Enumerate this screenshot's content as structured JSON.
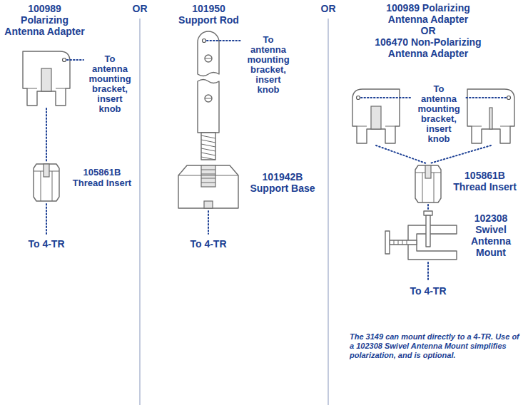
{
  "diagram": {
    "labels": [
      "100989 Polarizing Antenna Adapter",
      "OR",
      "101950 Support Rod",
      "OR",
      "100989 Polarizing Antenna Adapter",
      "OR",
      "106470 Non-Polarizing Antenna Adapter",
      "To antenna mounting bracket, insert knob",
      "105861B Thread Insert",
      "To 4-TR",
      "To antenna mounting bracket, insert knob",
      "101942B Support Base",
      "To 4-TR",
      "To antenna mounting bracket, insert knob",
      "105861B Thread Insert",
      "102308 Swivel Antenna Mount",
      "To 4-TR",
      "The 3149 can mount directly to a 4-TR. Use of a 102308 Swivel Antenna Mount simplifies polarization, and is optional."
    ]
  }
}
